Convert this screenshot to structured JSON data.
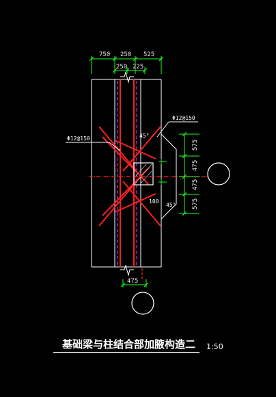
{
  "dimensions": {
    "top_row_1": [
      "750",
      "250",
      "525"
    ],
    "top_row_2": [
      "250",
      "225"
    ],
    "right_column": [
      "575",
      "475",
      "475",
      "575"
    ],
    "bottom": "475",
    "inner_offset": "100",
    "angle_upper": "45°",
    "angle_lower": "45°"
  },
  "notes": {
    "rebar_right": "Φ12@150",
    "rebar_left": "Φ12@150"
  },
  "title": {
    "text": "基础梁与柱结合部加腋构造二",
    "scale": "1:50"
  },
  "colors": {
    "background": "#000000",
    "linework": "#ffffff",
    "rebar": "#ff2020",
    "stirrup": "#c020ff",
    "dimension": "#20ff20",
    "axis": "#ff2020"
  }
}
